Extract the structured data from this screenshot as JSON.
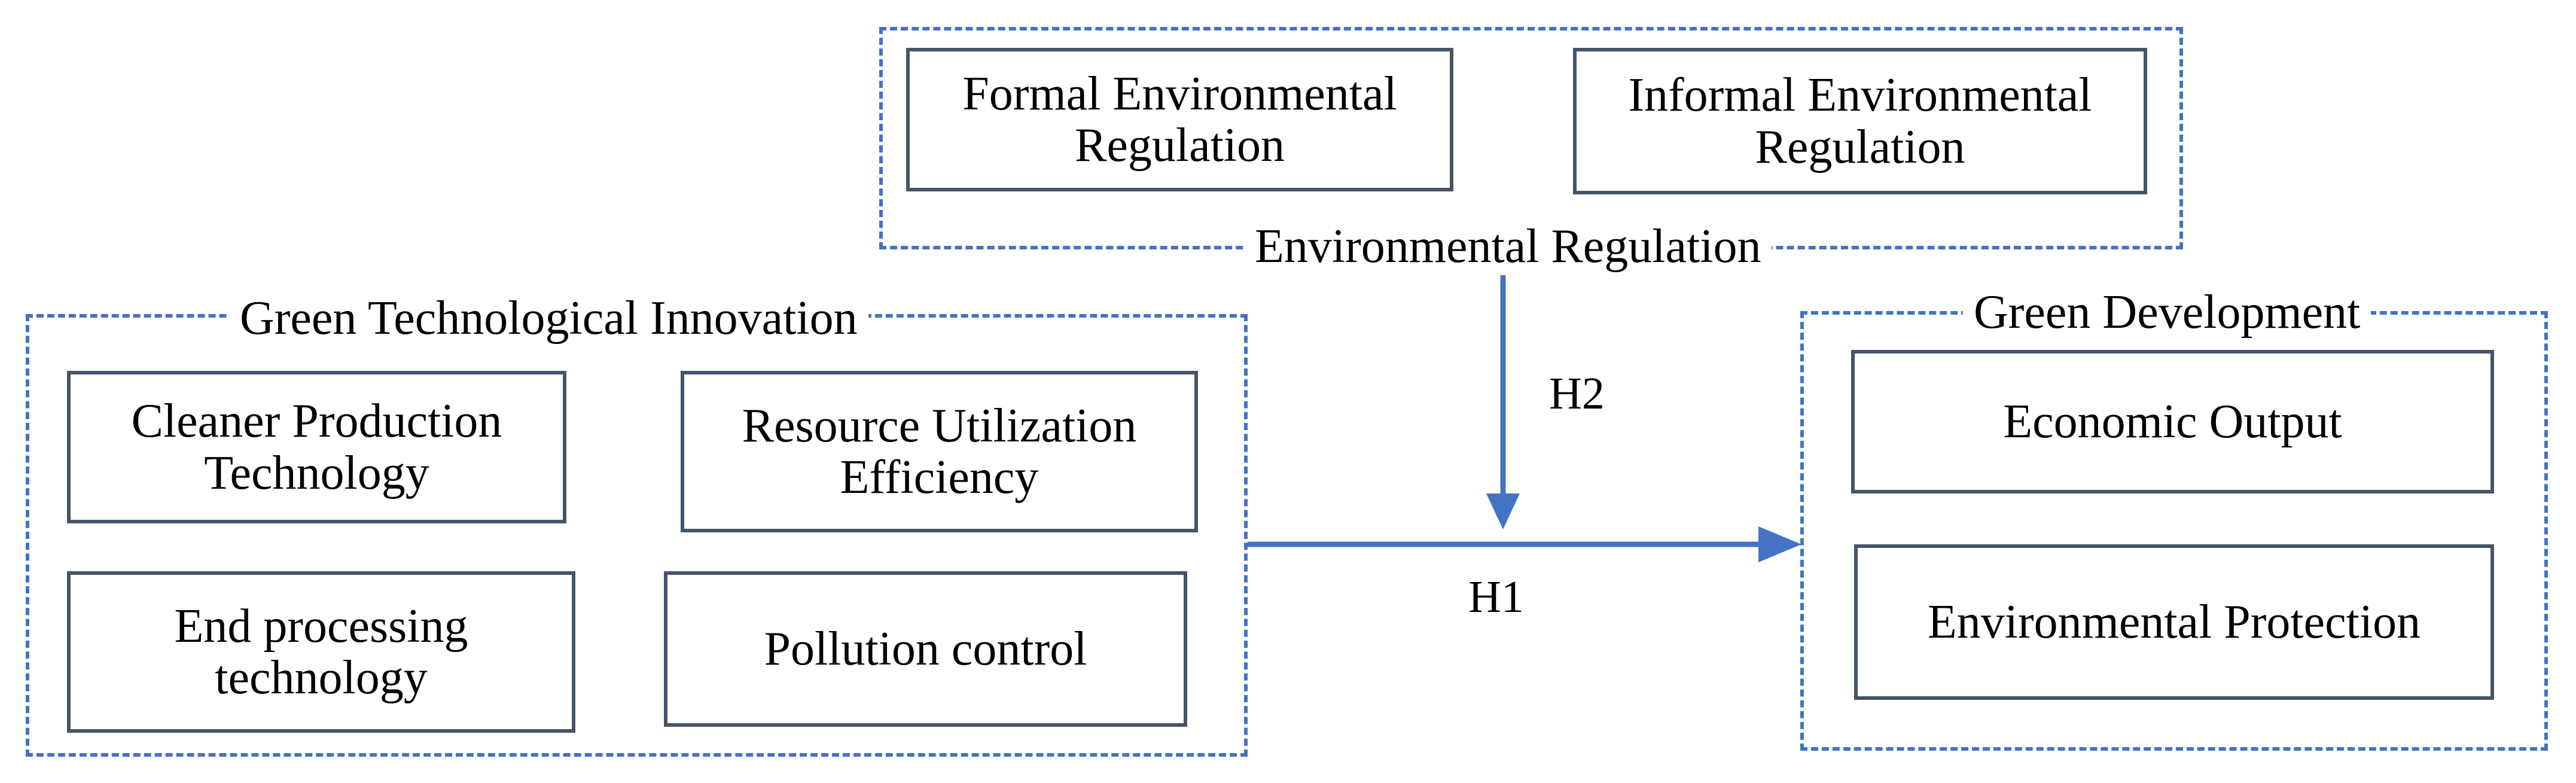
{
  "colors": {
    "dashed_border": "#4472c4",
    "box_border": "#44546a",
    "arrow": "#4472c4"
  },
  "environmental_regulation": {
    "title": "Environmental Regulation",
    "boxes": [
      "Formal Environmental Regulation",
      "Informal Environmental Regulation"
    ]
  },
  "green_technological_innovation": {
    "title": "Green Technological Innovation",
    "boxes": [
      "Cleaner Production Technology",
      "Resource Utilization Efficiency",
      "End processing technology",
      "Pollution control"
    ]
  },
  "green_development": {
    "title": "Green Development",
    "boxes": [
      "Economic Output",
      "Environmental Protection"
    ]
  },
  "hypotheses": {
    "h1": "H1",
    "h2": "H2"
  }
}
